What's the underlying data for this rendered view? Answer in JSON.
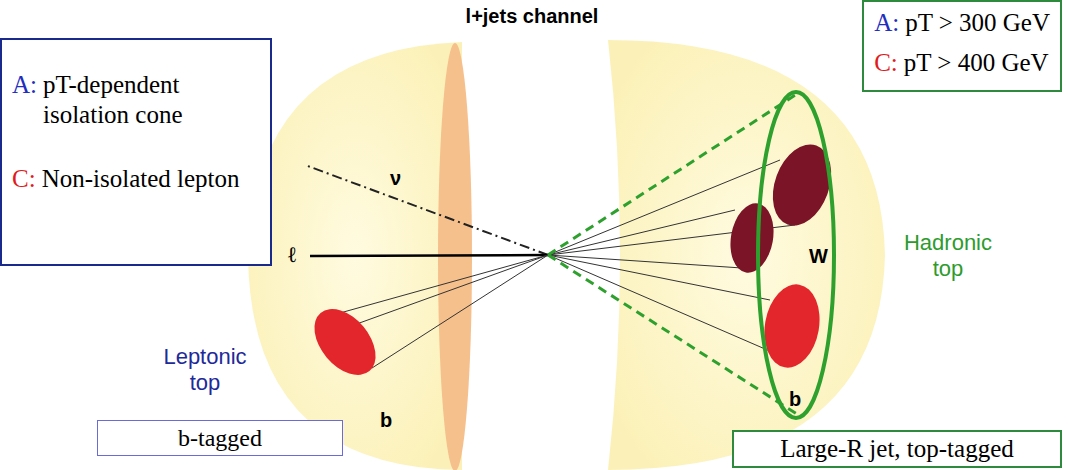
{
  "diagram": {
    "title": "l+jets channel",
    "nodes": [
      {
        "text": [
          "A:",
          "pT-dependent isolation cone",
          "C:",
          "Non-isolated lepton"
        ]
      },
      {
        "text": [
          "A:",
          "pT > 300 GeV",
          "C:",
          "pT > 400 GeV"
        ]
      },
      {
        "text": [
          "b-tagged"
        ]
      },
      {
        "text": [
          "Large-R jet, top-tagged"
        ]
      }
    ],
    "labels": [
      "ν",
      "ℓ",
      "b",
      "Leptonic top",
      "W",
      "b",
      "Hadronic top"
    ]
  }
}
